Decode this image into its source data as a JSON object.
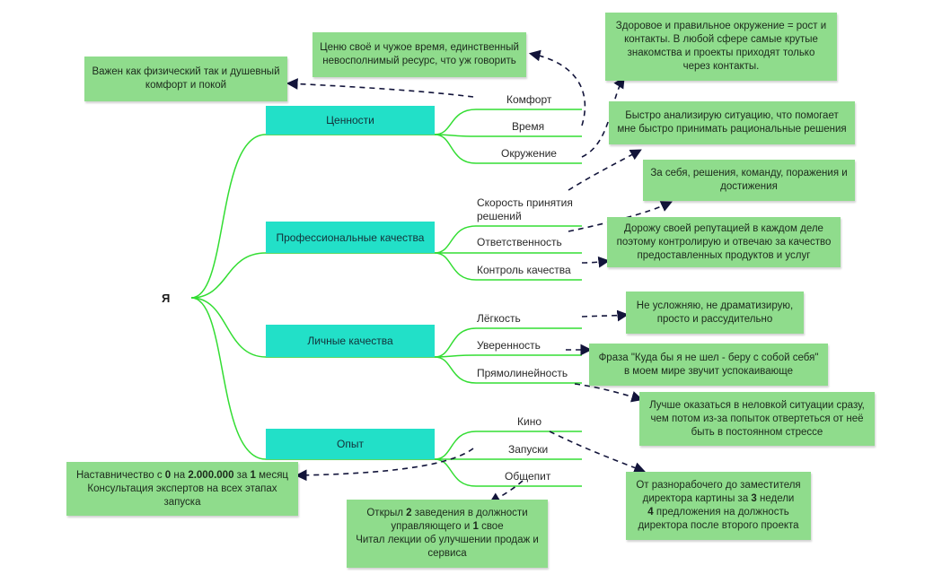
{
  "root": "Я",
  "categories": [
    {
      "label": "Ценности",
      "items": [
        "Комфорт",
        "Время",
        "Окружение"
      ]
    },
    {
      "label": "Профессиональные качества",
      "items": [
        "Скорость принятия решений",
        "Ответственность",
        "Контроль качества"
      ]
    },
    {
      "label": "Личные качества",
      "items": [
        "Лёгкость",
        "Уверенность",
        "Прямолинейность"
      ]
    },
    {
      "label": "Опыт",
      "items": [
        "Кино",
        "Запуски",
        "Общепит"
      ]
    }
  ],
  "sub_lines": {
    "decision_speed": [
      "Скорость принятия",
      "решений"
    ]
  },
  "notes": {
    "comfort": "Важен как физический так и душевный комфорт и покой",
    "time": "Ценю своё и чужое время, единственный невосполнимый ресурс, что уж говорить",
    "environment": "Здоровое и правильное окружение = рост и контакты. В любой сфере самые крутые знакомства и проекты приходят только через контакты.",
    "decision_speed": "Быстро анализирую ситуацию, что помогает мне быстро принимать рациональные решения",
    "responsibility": "За себя, решения, команду, поражения и достижения",
    "quality_control": "Дорожу своей репутацией в каждом деле поэтому контролирую и отвечаю за качество предоставленных продуктов и услуг",
    "lightness": "Не усложняю, не драматизирую, просто и рассудительно",
    "confidence": "Фраза \"Куда бы я не шел - беру с собой себя\" в моем мире звучит успокаивающе",
    "directness": "Лучше оказаться в неловкой ситуации сразу, чем потом из-за попыток отвертеться от неё быть в постоянном стрессе",
    "cinema_l1": "От разнорабочего до заместителя",
    "cinema_l2a": "директора картины за ",
    "cinema_l2b": "3",
    "cinema_l2c": " недели",
    "cinema_l3a": "4",
    "cinema_l3b": " предложения на должность",
    "cinema_l4": "директора после второго проекта",
    "launch_l1a": "Наставничество с ",
    "launch_l1b": "0",
    "launch_l1c": " на ",
    "launch_l1d": "2.000.000",
    "launch_l1e": " за ",
    "launch_l1f": "1",
    "launch_l1g": " месяц",
    "launch_l2": "Консультация экспертов на всех этапах запуска",
    "food_l1a": "Открыл ",
    "food_l1b": "2",
    "food_l1c": " заведения в должности",
    "food_l2a": "управляющего и ",
    "food_l2b": "1",
    "food_l2c": " свое",
    "food_l3": "Читал лекции об улучшении продаж и сервиса"
  },
  "colors": {
    "category": "#22e0c8",
    "branch": "#33dd33",
    "note": "#8fdc8c",
    "arrow": "#12143a"
  }
}
